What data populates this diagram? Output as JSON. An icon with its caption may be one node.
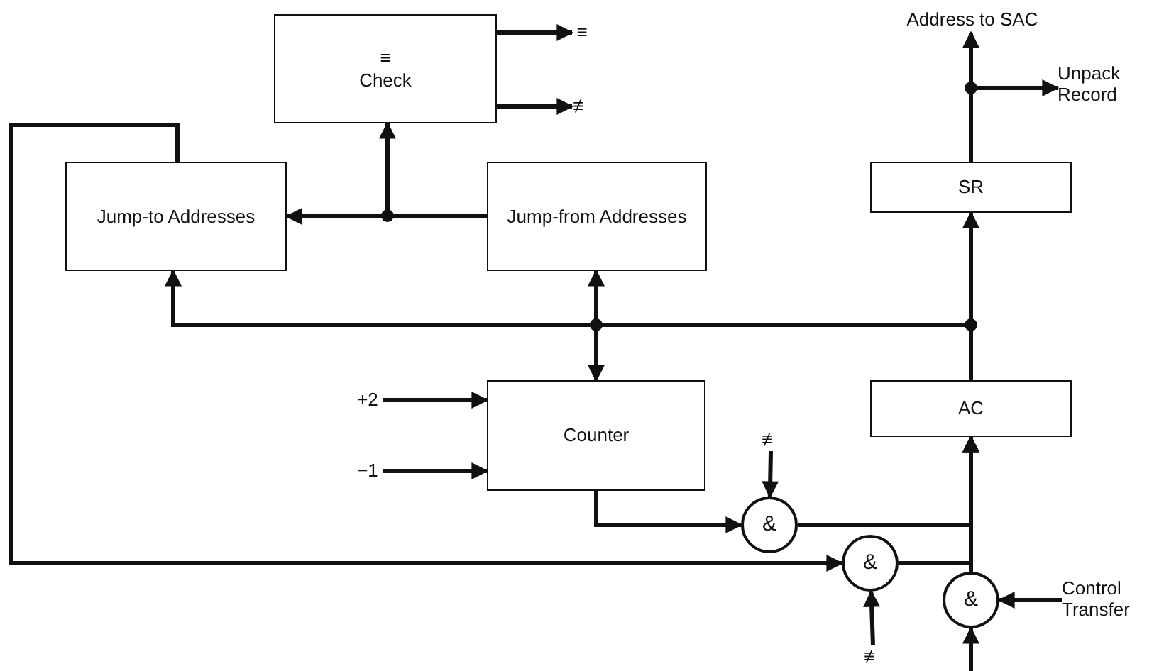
{
  "diagram": {
    "nodes": [
      {
        "text": [
          "≡",
          "Check"
        ]
      },
      {
        "text": [
          "≡"
        ]
      },
      {
        "text": [
          "≢"
        ]
      },
      {
        "text": [
          "Jump-to Addresses"
        ]
      },
      {
        "text": [
          "Jump-from Addresses"
        ]
      },
      {
        "text": [
          "Address to SAC"
        ]
      },
      {
        "text": [
          "Unpack Record"
        ]
      },
      {
        "text": [
          "SR"
        ]
      },
      {
        "text": [
          "+2"
        ]
      },
      {
        "text": [
          "Counter"
        ]
      },
      {
        "text": [
          "−1"
        ]
      },
      {
        "text": [
          "AC"
        ]
      },
      {
        "text": [
          "≢"
        ]
      },
      {
        "text": [
          "&"
        ]
      },
      {
        "text": [
          "&"
        ]
      },
      {
        "text": [
          "&"
        ]
      },
      {
        "text": [
          "≢"
        ]
      },
      {
        "text": [
          "Control Transfer"
        ]
      }
    ],
    "edges": [
      {
        "from": 0,
        "to": 1,
        "arrow": "to"
      },
      {
        "from": 0,
        "to": 2,
        "arrow": "to"
      },
      {
        "from": 4,
        "to": 3,
        "arrow": "to"
      },
      {
        "from": 4,
        "to": 0,
        "arrow": "to"
      },
      {
        "from": 3,
        "to": 14,
        "arrow": "to"
      },
      {
        "from": 11,
        "to": 7,
        "arrow": "to"
      },
      {
        "from": 11,
        "to": 3,
        "arrow": "to"
      },
      {
        "from": 11,
        "to": 4,
        "arrow": "to"
      },
      {
        "from": 11,
        "to": 9,
        "arrow": "to"
      },
      {
        "from": 7,
        "to": 5,
        "arrow": "to"
      },
      {
        "from": 7,
        "to": 6,
        "arrow": "to"
      },
      {
        "from": 8,
        "to": 9,
        "arrow": "to"
      },
      {
        "from": 10,
        "to": 9,
        "arrow": "to"
      },
      {
        "from": 9,
        "to": 13,
        "arrow": "to"
      },
      {
        "from": 12,
        "to": 13,
        "arrow": "to"
      },
      {
        "from": 16,
        "to": 14,
        "arrow": "to"
      },
      {
        "from": 13,
        "to": 11,
        "arrow": "to"
      },
      {
        "from": 14,
        "to": 11,
        "arrow": "to"
      },
      {
        "from": 15,
        "to": 11,
        "arrow": "to"
      },
      {
        "from": 17,
        "to": 15,
        "arrow": "to"
      },
      {
        "from": null,
        "to": 15,
        "arrow": "to"
      }
    ]
  }
}
